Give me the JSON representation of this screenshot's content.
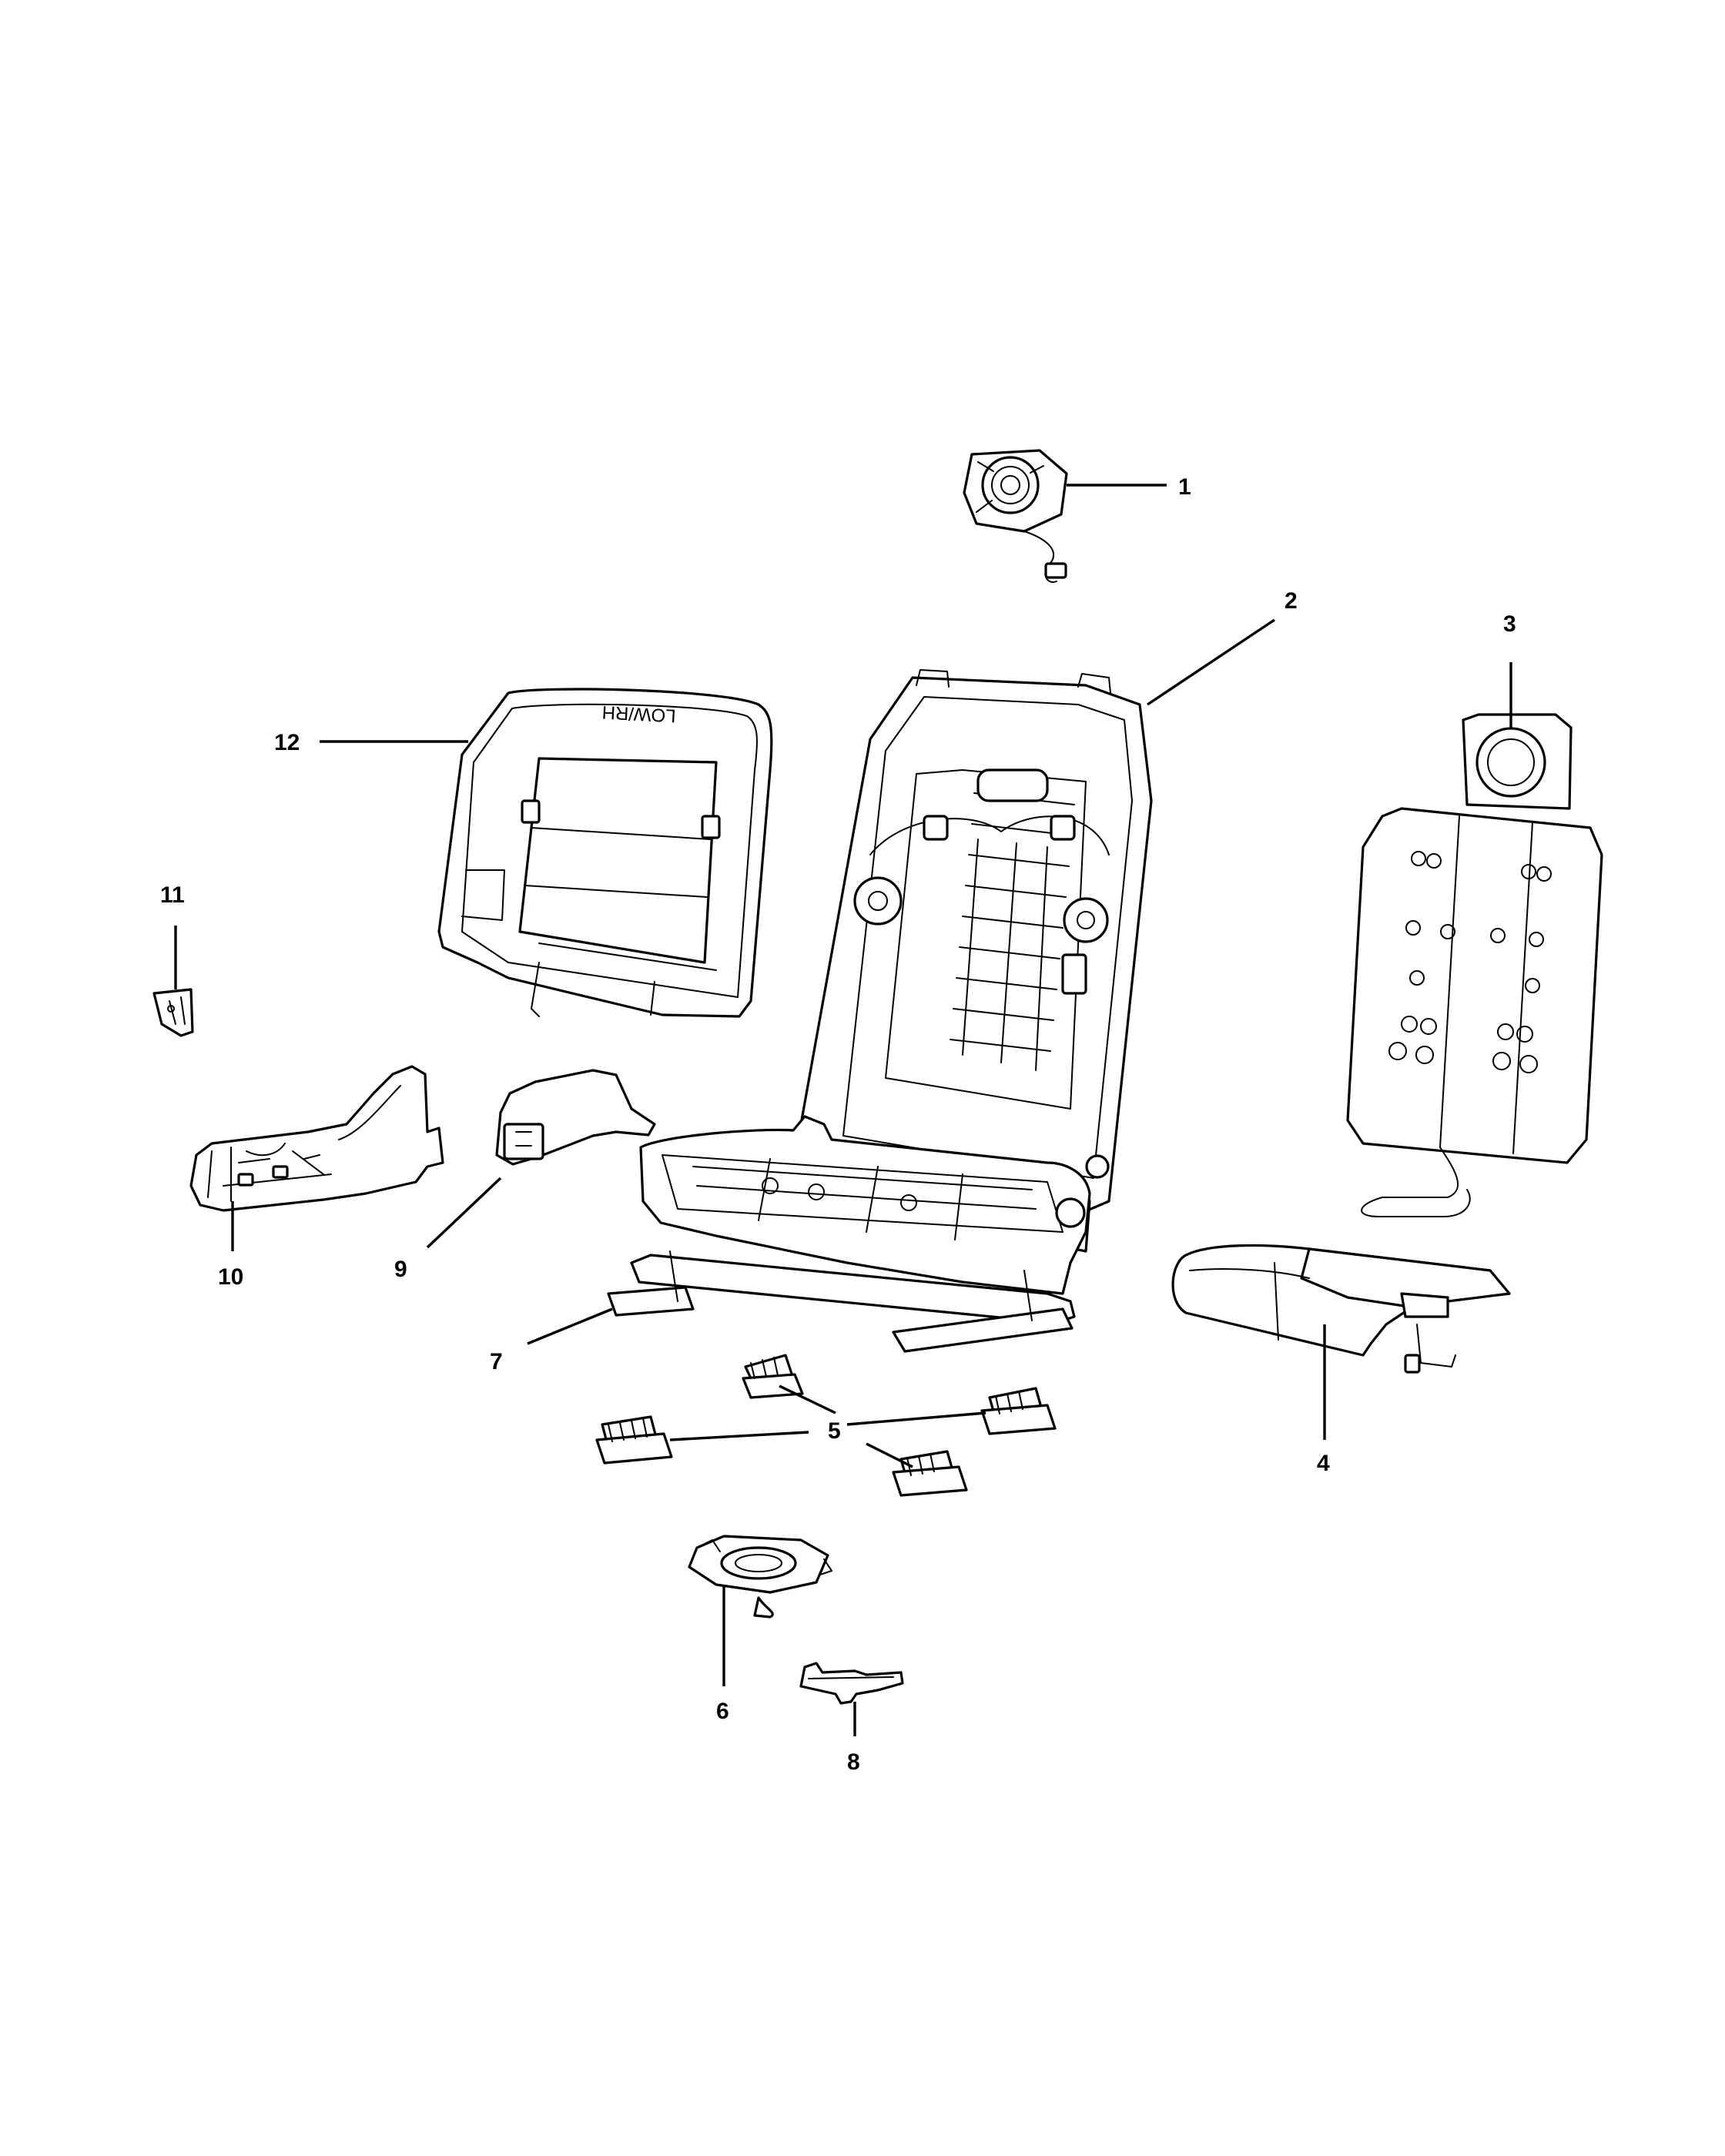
{
  "diagram": {
    "callouts": [
      "1",
      "2",
      "3",
      "4",
      "5",
      "6",
      "7",
      "8",
      "9",
      "10",
      "11",
      "12"
    ],
    "stamp_text": "LOW/RH"
  },
  "colors": {
    "line": "#000000",
    "background": "#ffffff"
  }
}
